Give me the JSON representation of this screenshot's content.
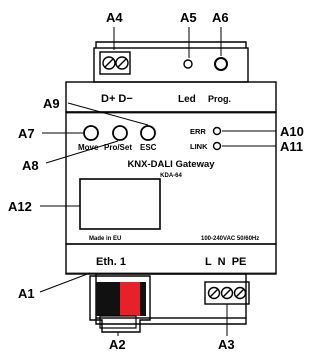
{
  "device": {
    "title": "KNX-DALI Gateway",
    "model": "KDA-64",
    "made_in": "Made in EU",
    "power_rating": "100-240VAC 50/60Hz",
    "top_terminal_label": "D+ D−",
    "led_label": "Led",
    "prog_label": "Prog.",
    "err_label": "ERR",
    "link_label": "LINK",
    "btn_move": "Move",
    "btn_proset": "Pro/Set",
    "btn_esc": "ESC",
    "eth_label": "Eth. 1",
    "power_terminal_label": "L  N  PE"
  },
  "callouts": {
    "a1": "A1",
    "a2": "A2",
    "a3": "A3",
    "a4": "A4",
    "a5": "A5",
    "a6": "A6",
    "a7": "A7",
    "a8": "A8",
    "a9": "A9",
    "a10": "A10",
    "a11": "A11",
    "a12": "A12"
  },
  "icons": {
    "terminal": "screw-terminal-icon",
    "ethernet": "ethernet-port-icon",
    "led": "led-icon",
    "button": "push-button-icon"
  },
  "colors": {
    "outline": "#000000",
    "port_red": "#e8202a",
    "port_black": "#111111",
    "background": "#ffffff"
  }
}
